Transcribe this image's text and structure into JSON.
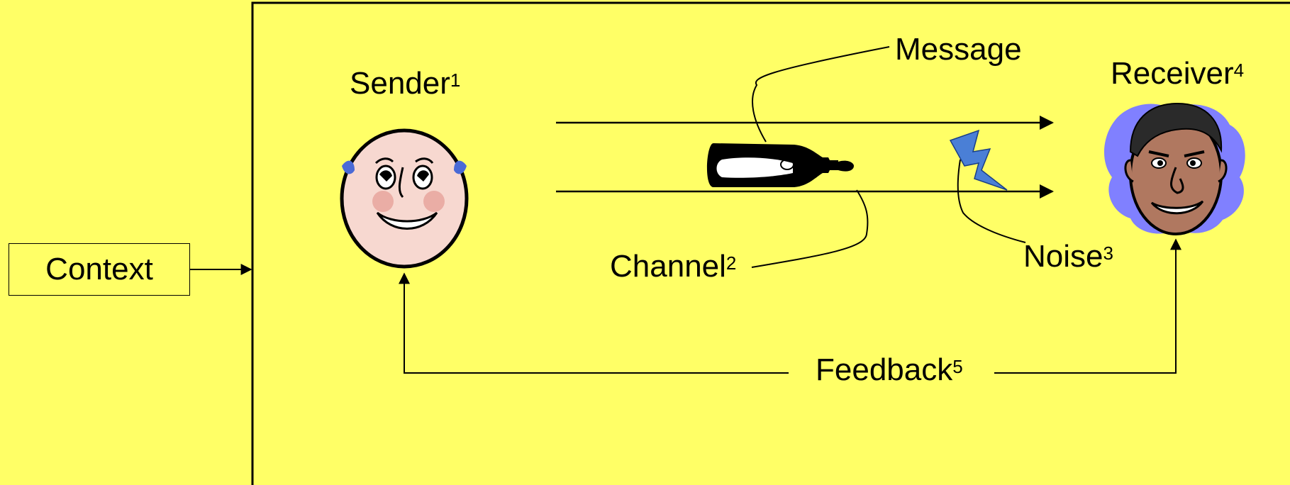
{
  "diagram": {
    "context": "Context",
    "sender": {
      "label": "Sender",
      "num": "1"
    },
    "message": "Message",
    "receiver": {
      "label": "Receiver",
      "num": "4"
    },
    "channel": {
      "label": "Channel",
      "num": "2"
    },
    "noise": {
      "label": "Noise",
      "num": "3"
    },
    "feedback": {
      "label": "Feedback",
      "num": "5"
    }
  },
  "colors": {
    "background": "#ffff66",
    "line": "#000000",
    "sender_cheeks": "#e8a8a0",
    "receiver_halo": "#8080ff",
    "lightning": "#4a7fd6"
  },
  "icons": [
    "sender-face-icon",
    "receiver-face-icon",
    "bottle-icon",
    "lightning-bolt-icon"
  ]
}
